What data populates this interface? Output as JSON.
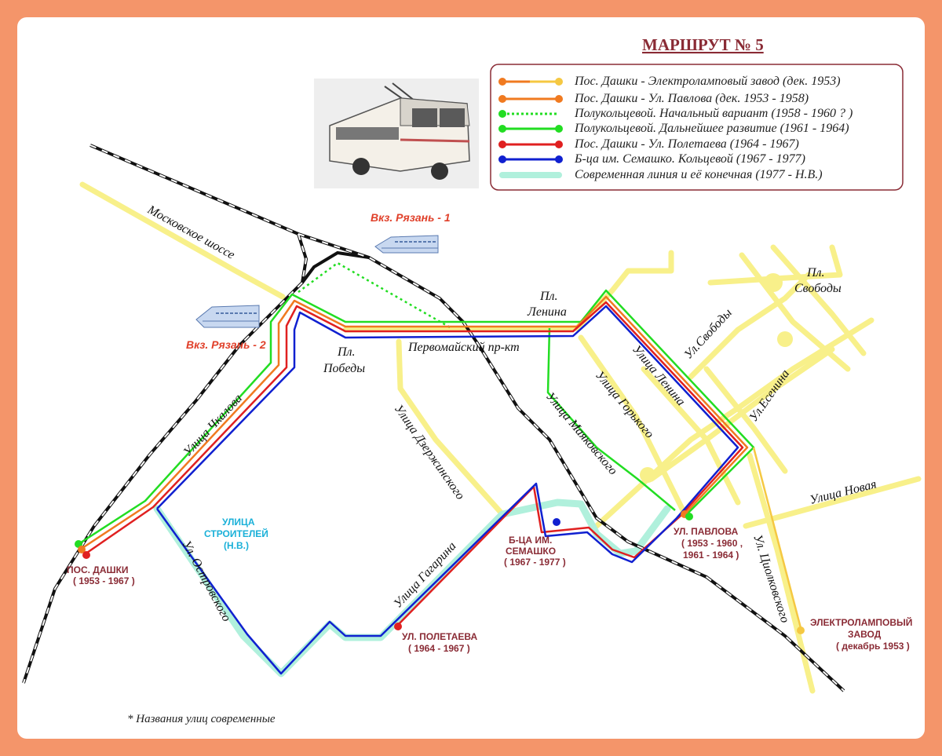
{
  "title": "МАРШРУТ № 5",
  "legend": [
    {
      "label": "Пос. Дашки - Электроламповый завод (дек. 1953)",
      "color_a": "#f07a20",
      "color_b": "#f5c842"
    },
    {
      "label": "Пос. Дашки - Ул. Павлова (дек. 1953 - 1958)",
      "color_a": "#f07a20",
      "color_b": "#f07a20"
    },
    {
      "label": "Полукольцевой. Начальный вариант (1958 - 1960 ? )",
      "color_a": "#22dd22",
      "color_b": "#22dd22"
    },
    {
      "label": "Полукольцевой. Дальнейшее развитие (1961 - 1964)",
      "color_a": "#22dd22",
      "color_b": "#22dd22"
    },
    {
      "label": "Пос. Дашки - Ул. Полетаева (1964 - 1967)",
      "color_a": "#e02020",
      "color_b": "#e02020"
    },
    {
      "label": "Б-ца им. Семашко. Кольцевой (1967 - 1977)",
      "color_a": "#1020d0",
      "color_b": "#1020d0"
    },
    {
      "label": "Современная линия и её конечная (1977 - Н.В.)",
      "color_a": "#a8f0d8",
      "color_b": "#a8f0d8"
    }
  ],
  "streets": {
    "moskovskoe": "Московское шоссе",
    "chkalova": "Улица Чкалова",
    "ostrovskogo": "Ул. Островского",
    "dzerzhinskogo": "Улица Дзержинского",
    "gagarina": "Улица Гагарина",
    "pervomaisky": "Первомайский пр-кт",
    "mayakovskogo": "Улица Маяковского",
    "gorkogo": "Улица Горького",
    "lenina": "Улица Ленина",
    "svobody": "Ул.Свободы",
    "esenina": "Ул.Есенина",
    "novaya": "Улица Новая",
    "tsiolkovskogo": "Ул. Циолковского"
  },
  "squares": {
    "pobedy_1": "Пл.",
    "pobedy_2": "Победы",
    "lenina_1": "Пл.",
    "lenina_2": "Ленина",
    "svobody_1": "Пл.",
    "svobody_2": "Свободы"
  },
  "stations": {
    "ryazan1": "Вкз. Рязань - 1",
    "ryazan2": "Вкз. Рязань - 2"
  },
  "stops": {
    "dashki_1": "ПОС. ДАШКИ",
    "dashki_2": "( 1953 - 1967 )",
    "stroiteley_1": "УЛИЦА",
    "stroiteley_2": "СТРОИТЕЛЕЙ",
    "stroiteley_3": "(Н.В.)",
    "poletaeva_1": "УЛ. ПОЛЕТАЕВА",
    "poletaeva_2": "( 1964 - 1967 )",
    "semashko_1": "Б-ЦА ИМ.",
    "semashko_2": "СЕМАШКО",
    "semashko_3": "( 1967 - 1977 )",
    "pavlova_1": "УЛ. ПАВЛОВА",
    "pavlova_2": "( 1953 - 1960 ,",
    "pavlova_3": "1961 - 1964 )",
    "zavod_1": "ЭЛЕКТРОЛАМПОВЫЙ",
    "zavod_2": "ЗАВОД",
    "zavod_3": "( декабрь 1953 )"
  },
  "footnote": "* Названия улиц современные",
  "colors": {
    "orange": "#f07a20",
    "yellow_street": "#f8f08a",
    "green": "#22dd22",
    "red": "#e02020",
    "blue": "#1020d0",
    "modern": "#b0f0dc",
    "rail": "#111111",
    "label_red": "#8a2b35"
  }
}
